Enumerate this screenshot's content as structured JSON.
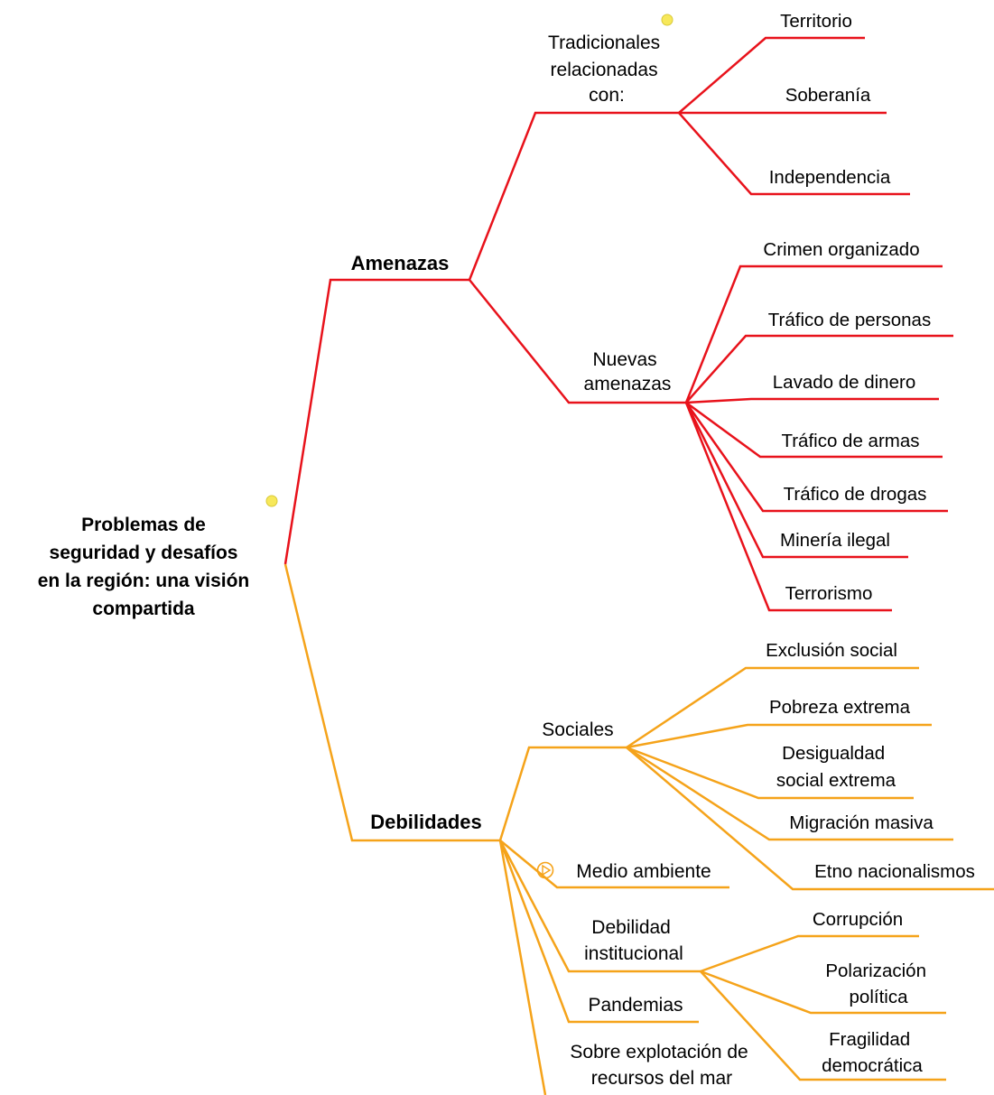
{
  "root": {
    "lines": [
      "Problemas de",
      "seguridad y desafíos",
      "en la región: una visión",
      "compartida"
    ]
  },
  "colors": {
    "amenazas": "#e8121b",
    "debilidades": "#f5a31a",
    "marker": "#f7e85a"
  },
  "icons": {
    "root_marker": "yellow-dot-icon",
    "tradicionales_marker": "yellow-dot-icon",
    "medio_ambiente": "play-circle-icon"
  },
  "nodes": {
    "amenazas": "Amenazas",
    "tradicionales": [
      "Tradicionales",
      "relacionadas",
      "con:"
    ],
    "territorio": "Territorio",
    "soberania": "Soberanía",
    "independencia": "Independencia",
    "nuevas_amenazas": [
      "Nuevas",
      "amenazas"
    ],
    "crimen_organizado": "Crimen organizado",
    "trafico_personas": "Tráfico de personas",
    "lavado_dinero": "Lavado de dinero",
    "trafico_armas": "Tráfico de armas",
    "trafico_drogas": "Tráfico de drogas",
    "mineria_ilegal": "Minería ilegal",
    "terrorismo": "Terrorismo",
    "debilidades": "Debilidades",
    "sociales": "Sociales",
    "exclusion_social": "Exclusión social",
    "pobreza_extrema": "Pobreza extrema",
    "desigualdad": [
      "Desigualdad",
      "social extrema"
    ],
    "migracion_masiva": "Migración masiva",
    "etno_nacionalismos": "Etno nacionalismos",
    "medio_ambiente": "Medio ambiente",
    "debilidad_institucional": [
      "Debilidad",
      "institucional"
    ],
    "corrupcion": "Corrupción",
    "polarizacion": [
      "Polarización",
      "política"
    ],
    "fragilidad": [
      "Fragilidad",
      "democrática"
    ],
    "pandemias": "Pandemias",
    "sobre_explotacion": [
      "Sobre explotación de",
      "recursos del mar"
    ]
  }
}
